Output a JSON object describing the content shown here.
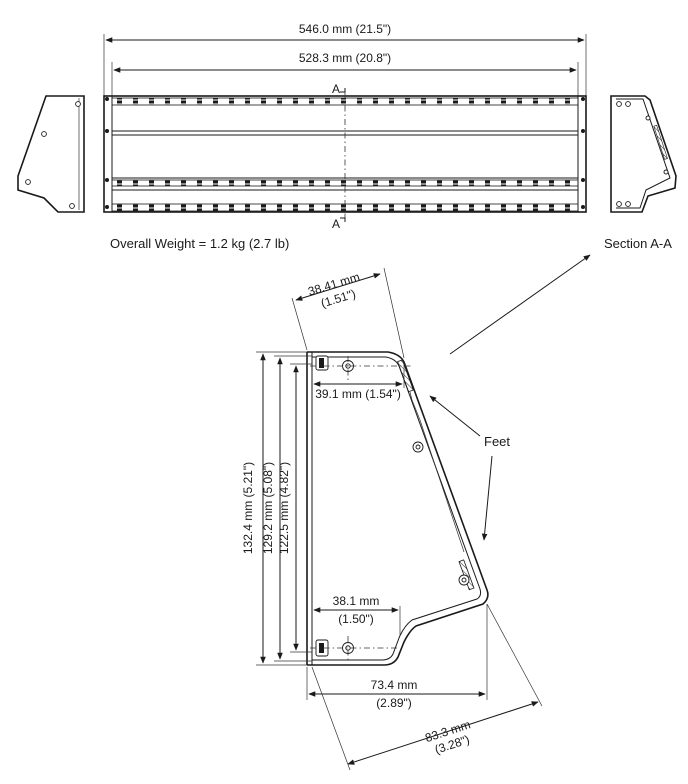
{
  "top_view": {
    "overall_width": "546.0 mm (21.5\")",
    "inner_width": "528.3 mm (20.8\")",
    "section_marker_top": "A",
    "section_marker_bottom": "A",
    "weight": "Overall Weight = 1.2 kg (2.7 lb)",
    "section_label": "Section A-A"
  },
  "section_view": {
    "top_depth_mm": "38.41 mm",
    "top_depth_in": "(1.51\")",
    "top_flange": "39.1 mm (1.54\")",
    "height_1": "132.4 mm (5.21\")",
    "height_2": "129.2 mm (5.08\")",
    "height_3": "122.5 mm (4.82\")",
    "bottom_flange_mm": "38.1 mm",
    "bottom_flange_in": "(1.50\")",
    "base_depth_mm": "73.4 mm",
    "base_depth_in": "(2.89\")",
    "slant_depth_mm": "83.3 mm",
    "slant_depth_in": "(3.28\")",
    "feet_label": "Feet"
  },
  "colors": {
    "ink": "#1a1a1a",
    "paper": "#ffffff"
  }
}
